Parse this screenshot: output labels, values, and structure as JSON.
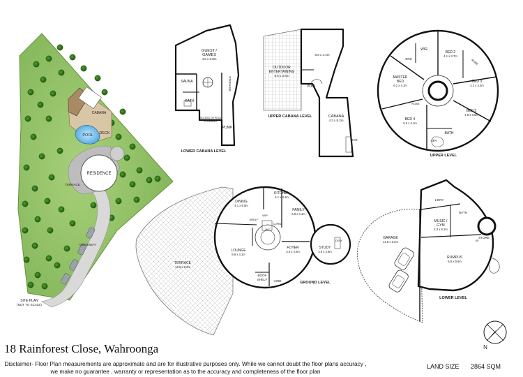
{
  "title": "18 Rainforest Close, Wahroonga",
  "disclaimer": {
    "line1": "Disclaimer- Floor Plan measurements are approximate and are for illustrative purposes only. While we cannot doubt the floor plans accuracy ,",
    "line2": "we make no guarantee , warranty or representation as to the accuracy and completeness of the floor plan"
  },
  "land_size": {
    "label": "LAND SIZE",
    "value": "2864 SQM"
  },
  "compass": {
    "label": "N"
  },
  "site_plan": {
    "caption_line1": "SITE PLAN",
    "caption_line2": "(NOT TO SCALE)",
    "labels": {
      "cabana": "CABANA",
      "pool": "POOL",
      "deck": "DECK",
      "residence": "RESIDENCE",
      "terrace": "TERRACE",
      "driveway": "DRIVEWAY"
    }
  },
  "lower_cabana": {
    "level_label": "LOWER CABANA LEVEL",
    "rooms": {
      "guest_line1": "GUEST /",
      "guest_line2": "GAMES",
      "guest_dims": "4.5 x 6.8m",
      "sauna": "SAUNA",
      "bath": "BATH",
      "storage": "STORAGE",
      "pump": "PUMP",
      "access_line1": "ACCESS CH POOL",
      "access_line2": "PLUMBING"
    }
  },
  "upper_cabana": {
    "level_label": "UPPER CABANA LEVEL",
    "rooms": {
      "outdoor_line1": "OUTDOOR",
      "outdoor_line2": "ENTERTAINING",
      "outdoor_dims": "6.5 x 3.6m",
      "top_dims": "8.8 x 4.4m",
      "void": "VOID",
      "cabana": "CABANA",
      "cabana_dims": "4.3 x 8.2m",
      "bar": "BAR"
    }
  },
  "upper_level": {
    "level_label": "UPPER LEVEL",
    "rooms": {
      "wir": "WIR",
      "ens": "ENS",
      "master_line1": "MASTER",
      "master_line2": "BED",
      "master_dims": "6.2 x 4.1m",
      "bed2": "BED 2",
      "bed2_dims": "4.1 x 3.7m",
      "robe": "ROBE",
      "bed3": "BED 3",
      "bed3_dims": "4.2 x 4.2m",
      "bed5": "BED 5",
      "bed5_dims": "4.9 x 6.5m",
      "bed4": "BED 4",
      "bed4_dims": "5.5 x 4.1m",
      "robe2": "ROBE",
      "bath": "BATH",
      "spa": "SPA"
    }
  },
  "ground_level": {
    "level_label": "GROUND LEVEL",
    "rooms": {
      "kitchen": "KITCHEN",
      "kitchen_dims": "4.1 x 4.2m",
      "dining": "DINING",
      "dining_dims": "4.1 x 5.0m",
      "family": "FAMILY",
      "family_dims": "5.8 x 4.1m",
      "wip": "WIP",
      "shelf": "SHELF",
      "wc": "WC",
      "cupbd": "CUPBD",
      "lounge": "LOUNGE",
      "lounge_dims": "9.6 x 4.1m",
      "foyer": "FOYER",
      "foyer_dims": "3.5 x 4.4m",
      "study": "STUDY",
      "study_dims": "3.6 x 3.6m",
      "desk": "DESK",
      "book_line1": "BOOK",
      "book_line2": "SHELF",
      "void": "VOID",
      "terrace": "TERRACE",
      "terrace_dims": "14.6 x 8.2m"
    }
  },
  "lower_level": {
    "level_label": "LOWER LEVEL",
    "rooms": {
      "ldry": "L'DRY",
      "bath": "BATH",
      "music_line1": "MUSIC /",
      "music_line2": "GYM",
      "music_dims": "4.3 x 6.1m",
      "store": "STORE",
      "garage": "GARAGE",
      "garage_dims": "14.8 x 6.2m",
      "rumpus": "RUMPUS",
      "rumpus_dims": "6.9 x 9.6m",
      "up": "UP"
    }
  }
}
